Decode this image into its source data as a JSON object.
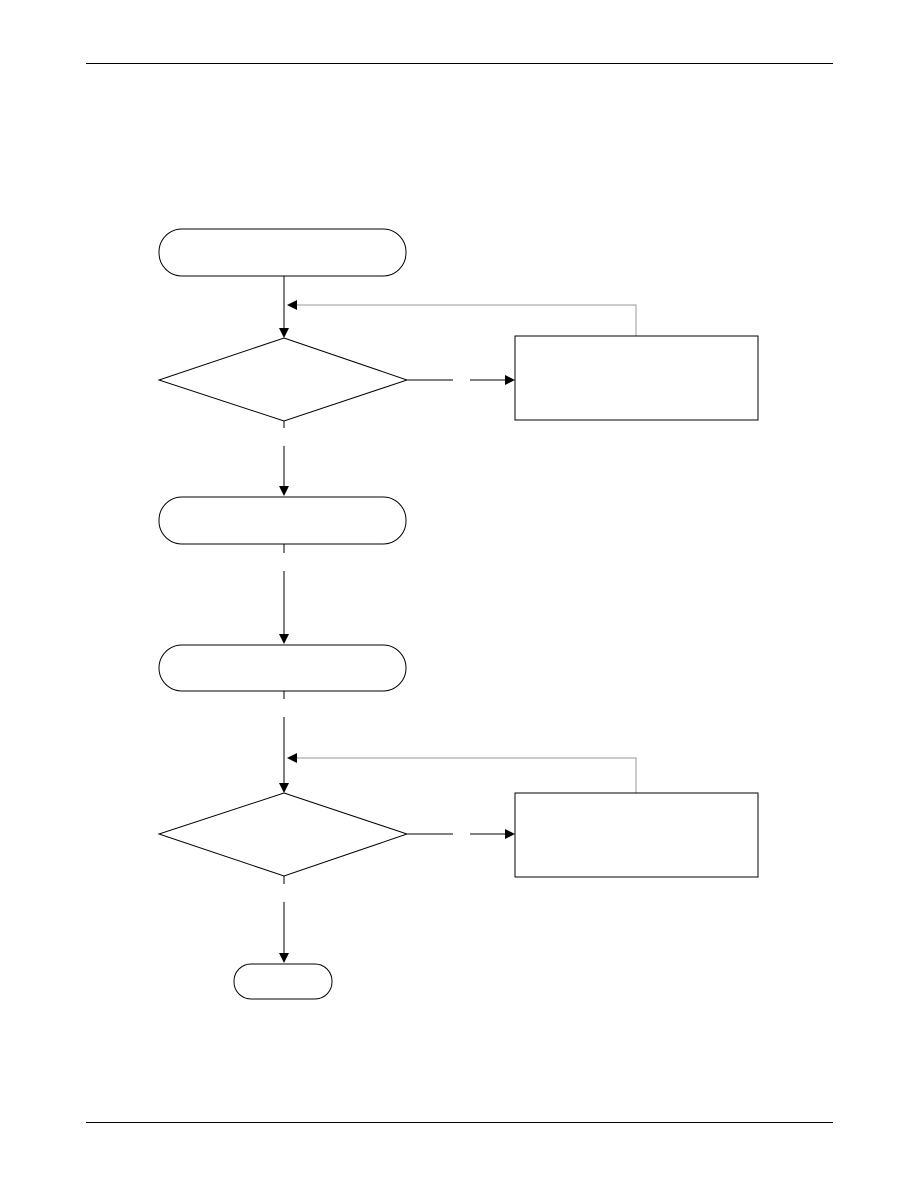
{
  "diagram": {
    "type": "flowchart",
    "colors": {
      "line": "#000000",
      "feedback_line": "#9a9a9a",
      "fill": "#ffffff"
    },
    "nodes": [
      {
        "id": "start",
        "shape": "terminator",
        "text": ""
      },
      {
        "id": "decision-1",
        "shape": "decision",
        "text": ""
      },
      {
        "id": "process-1",
        "shape": "process",
        "text": ""
      },
      {
        "id": "terminator-2",
        "shape": "terminator",
        "text": ""
      },
      {
        "id": "terminator-3",
        "shape": "terminator",
        "text": ""
      },
      {
        "id": "decision-2",
        "shape": "decision",
        "text": ""
      },
      {
        "id": "process-2",
        "shape": "process",
        "text": ""
      },
      {
        "id": "end",
        "shape": "terminator",
        "text": ""
      }
    ],
    "edges": [
      {
        "from": "start",
        "to": "decision-1"
      },
      {
        "from": "decision-1",
        "to": "process-1"
      },
      {
        "from": "process-1",
        "to": "decision-1",
        "style": "feedback"
      },
      {
        "from": "decision-1",
        "to": "terminator-2"
      },
      {
        "from": "terminator-2",
        "to": "terminator-3"
      },
      {
        "from": "terminator-3",
        "to": "decision-2"
      },
      {
        "from": "decision-2",
        "to": "process-2"
      },
      {
        "from": "process-2",
        "to": "decision-2",
        "style": "feedback"
      },
      {
        "from": "decision-2",
        "to": "end"
      }
    ]
  }
}
